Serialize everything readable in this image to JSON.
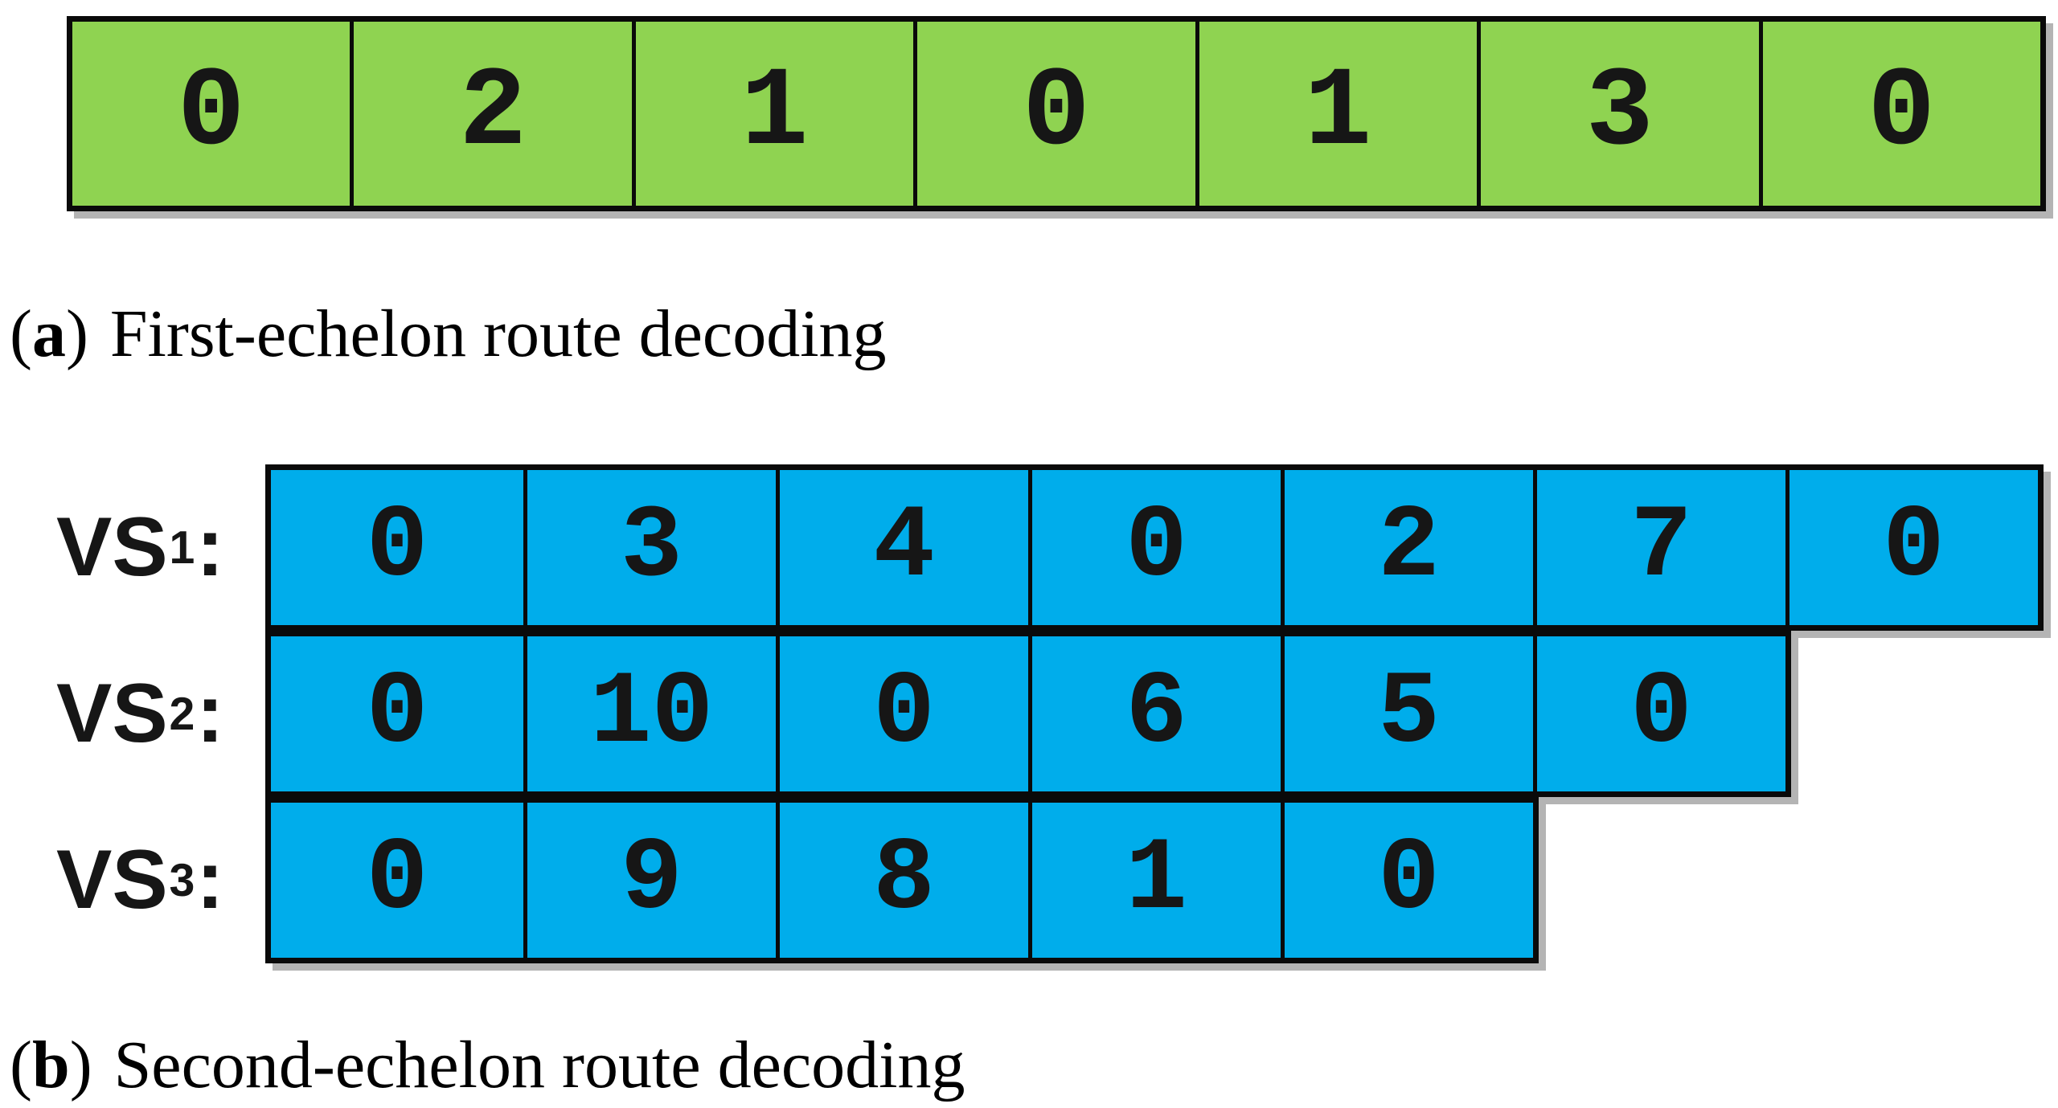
{
  "part_a": {
    "caption": {
      "open": "(",
      "label": "a",
      "close": ")",
      "text": "First-echelon route decoding"
    },
    "cells": [
      "0",
      "2",
      "1",
      "0",
      "1",
      "3",
      "0"
    ]
  },
  "part_b": {
    "caption": {
      "open": "(",
      "label": "b",
      "close": ")",
      "text": "Second-echelon route decoding"
    },
    "rows": [
      {
        "label": {
          "base": "VS",
          "sub": "1",
          "colon": ":"
        },
        "cells": [
          "0",
          "3",
          "4",
          "0",
          "2",
          "7",
          "0"
        ]
      },
      {
        "label": {
          "base": "VS",
          "sub": "2",
          "colon": ":"
        },
        "cells": [
          "0",
          "10",
          "0",
          "6",
          "5",
          "0"
        ]
      },
      {
        "label": {
          "base": "VS",
          "sub": "3",
          "colon": ":"
        },
        "cells": [
          "0",
          "9",
          "8",
          "1",
          "0"
        ]
      }
    ]
  },
  "colors": {
    "first_echelon_cell": "#8FD351",
    "second_echelon_cell": "#00ADEB",
    "border": "#0A0A0A",
    "shadow": "#B4B4B4"
  }
}
